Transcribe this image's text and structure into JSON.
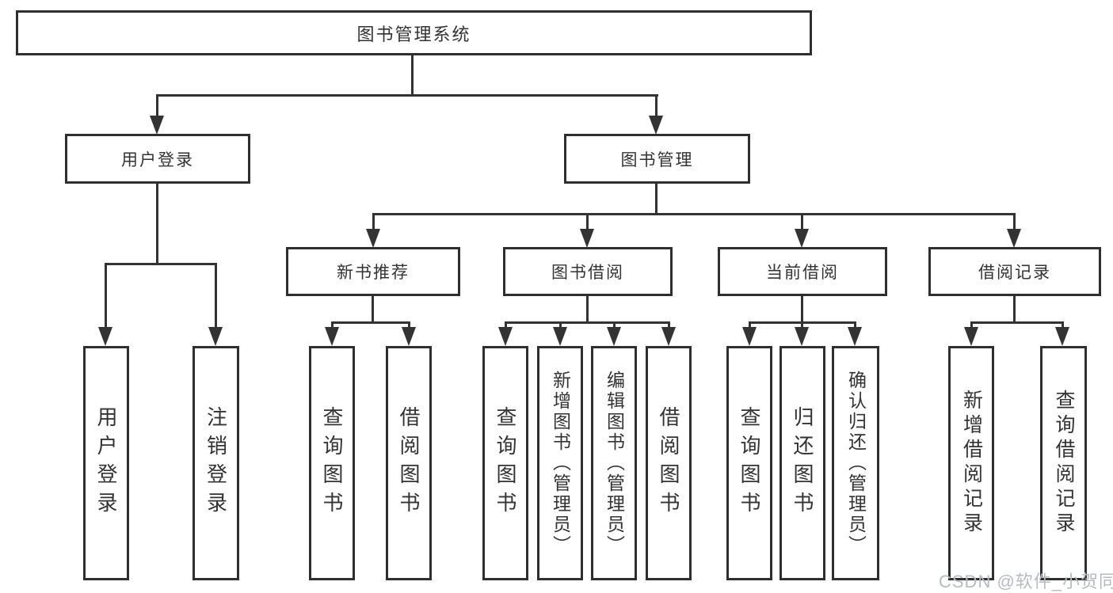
{
  "diagram": {
    "root": "图书管理系统",
    "branches": [
      "用户登录",
      "图书管理"
    ],
    "sections": [
      "新书推荐",
      "图书借阅",
      "当前借阅",
      "借阅记录"
    ],
    "leaves": [
      "用户登录",
      "注销登录",
      "查询图书",
      "借阅图书",
      "查询图书",
      "新增图书（管理员）",
      "编辑图书（管理员）",
      "借阅图书",
      "查询图书",
      "归还图书",
      "确认归还（管理员）",
      "新增借阅记录",
      "查询借阅记录"
    ]
  },
  "watermark": "CSDN @软件_小贺同学",
  "colors": {
    "line": "#333333",
    "border": "#2f2f2f",
    "text": "#333333",
    "watermark": "#b7bbc2",
    "background": "#ffffff"
  }
}
